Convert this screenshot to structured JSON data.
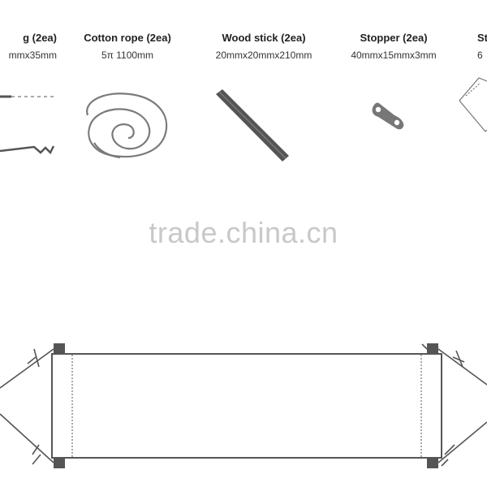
{
  "parts": [
    {
      "name": "g (2ea)",
      "dims": "mmx35mm",
      "icon": "hook-ring-icon"
    },
    {
      "name": "Cotton rope (2ea)",
      "dims": "5π  1100mm",
      "icon": "rope-coil-icon"
    },
    {
      "name": "Wood stick (2ea)",
      "dims": "20mmx20mmx210mm",
      "icon": "wood-stick-icon"
    },
    {
      "name": "Stopper (2ea)",
      "dims": "40mmx15mmx3mm",
      "icon": "stopper-icon"
    },
    {
      "name": "St",
      "dims": "6",
      "icon": "fabric-sheet-icon"
    }
  ],
  "watermark": "trade.china.cn",
  "colors": {
    "line": "#555555",
    "stick": "#555555",
    "text": "#222222",
    "watermark": "#c8c8c8"
  }
}
